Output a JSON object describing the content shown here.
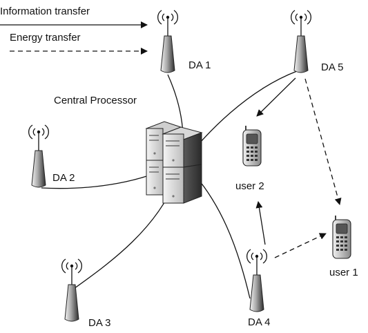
{
  "legend": {
    "information": "Information transfer",
    "energy": "Energy transfer"
  },
  "processor": {
    "label": "Central Processor"
  },
  "antennas": [
    {
      "id": "da1",
      "label": "DA 1"
    },
    {
      "id": "da2",
      "label": "DA 2"
    },
    {
      "id": "da3",
      "label": "DA 3"
    },
    {
      "id": "da4",
      "label": "DA 4"
    },
    {
      "id": "da5",
      "label": "DA 5"
    }
  ],
  "users": [
    {
      "id": "user1",
      "label": "user 1"
    },
    {
      "id": "user2",
      "label": "user 2"
    }
  ],
  "colors": {
    "line": "#111111",
    "antenna_light": "#d9d9d9",
    "antenna_dark": "#3a3a3a",
    "server_light": "#e6e6e6",
    "server_dark": "#4a4a4a",
    "phone_body": "#cfcfcf"
  }
}
